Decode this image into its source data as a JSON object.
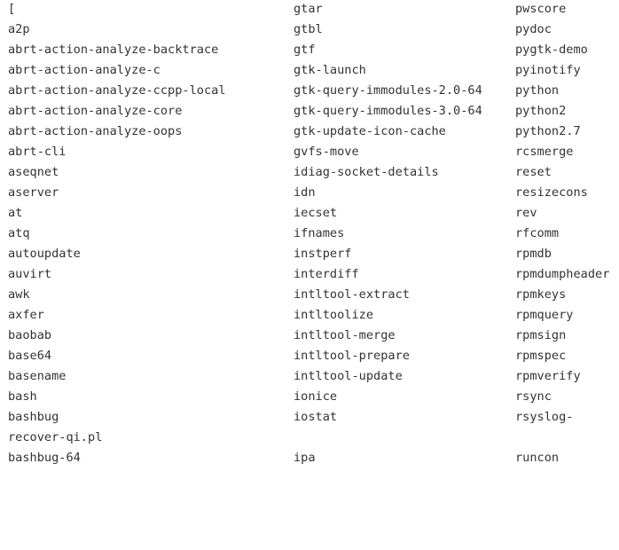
{
  "listing": {
    "rows": [
      [
        "[",
        "gtar",
        "pwscore"
      ],
      [
        "a2p",
        "gtbl",
        "pydoc"
      ],
      [
        "abrt-action-analyze-backtrace",
        "gtf",
        "pygtk-demo"
      ],
      [
        "abrt-action-analyze-c",
        "gtk-launch",
        "pyinotify"
      ],
      [
        "abrt-action-analyze-ccpp-local",
        "gtk-query-immodules-2.0-64",
        "python"
      ],
      [
        "abrt-action-analyze-core",
        "gtk-query-immodules-3.0-64",
        "python2"
      ],
      [
        "abrt-action-analyze-oops",
        "gtk-update-icon-cache",
        "python2.7"
      ],
      [
        "abrt-cli",
        "gvfs-move",
        "rcsmerge"
      ],
      [
        "aseqnet",
        "idiag-socket-details",
        "reset"
      ],
      [
        "aserver",
        "idn",
        "resizecons"
      ],
      [
        "at",
        "iecset",
        "rev"
      ],
      [
        "atq",
        "ifnames",
        "rfcomm"
      ],
      [
        "autoupdate",
        "instperf",
        "rpmdb"
      ],
      [
        "auvirt",
        "interdiff",
        "rpmdumpheader"
      ],
      [
        "awk",
        "intltool-extract",
        "rpmkeys"
      ],
      [
        "axfer",
        "intltoolize",
        "rpmquery"
      ],
      [
        "baobab",
        "intltool-merge",
        "rpmsign"
      ],
      [
        "base64",
        "intltool-prepare",
        "rpmspec"
      ],
      [
        "basename",
        "intltool-update",
        "rpmverify"
      ],
      [
        "bash",
        "ionice",
        "rsync"
      ],
      [
        "bashbug",
        "iostat",
        "rsyslog-"
      ],
      [
        "recover-qi.pl",
        "",
        ""
      ],
      [
        "bashbug-64",
        "ipa",
        "runcon"
      ]
    ]
  }
}
